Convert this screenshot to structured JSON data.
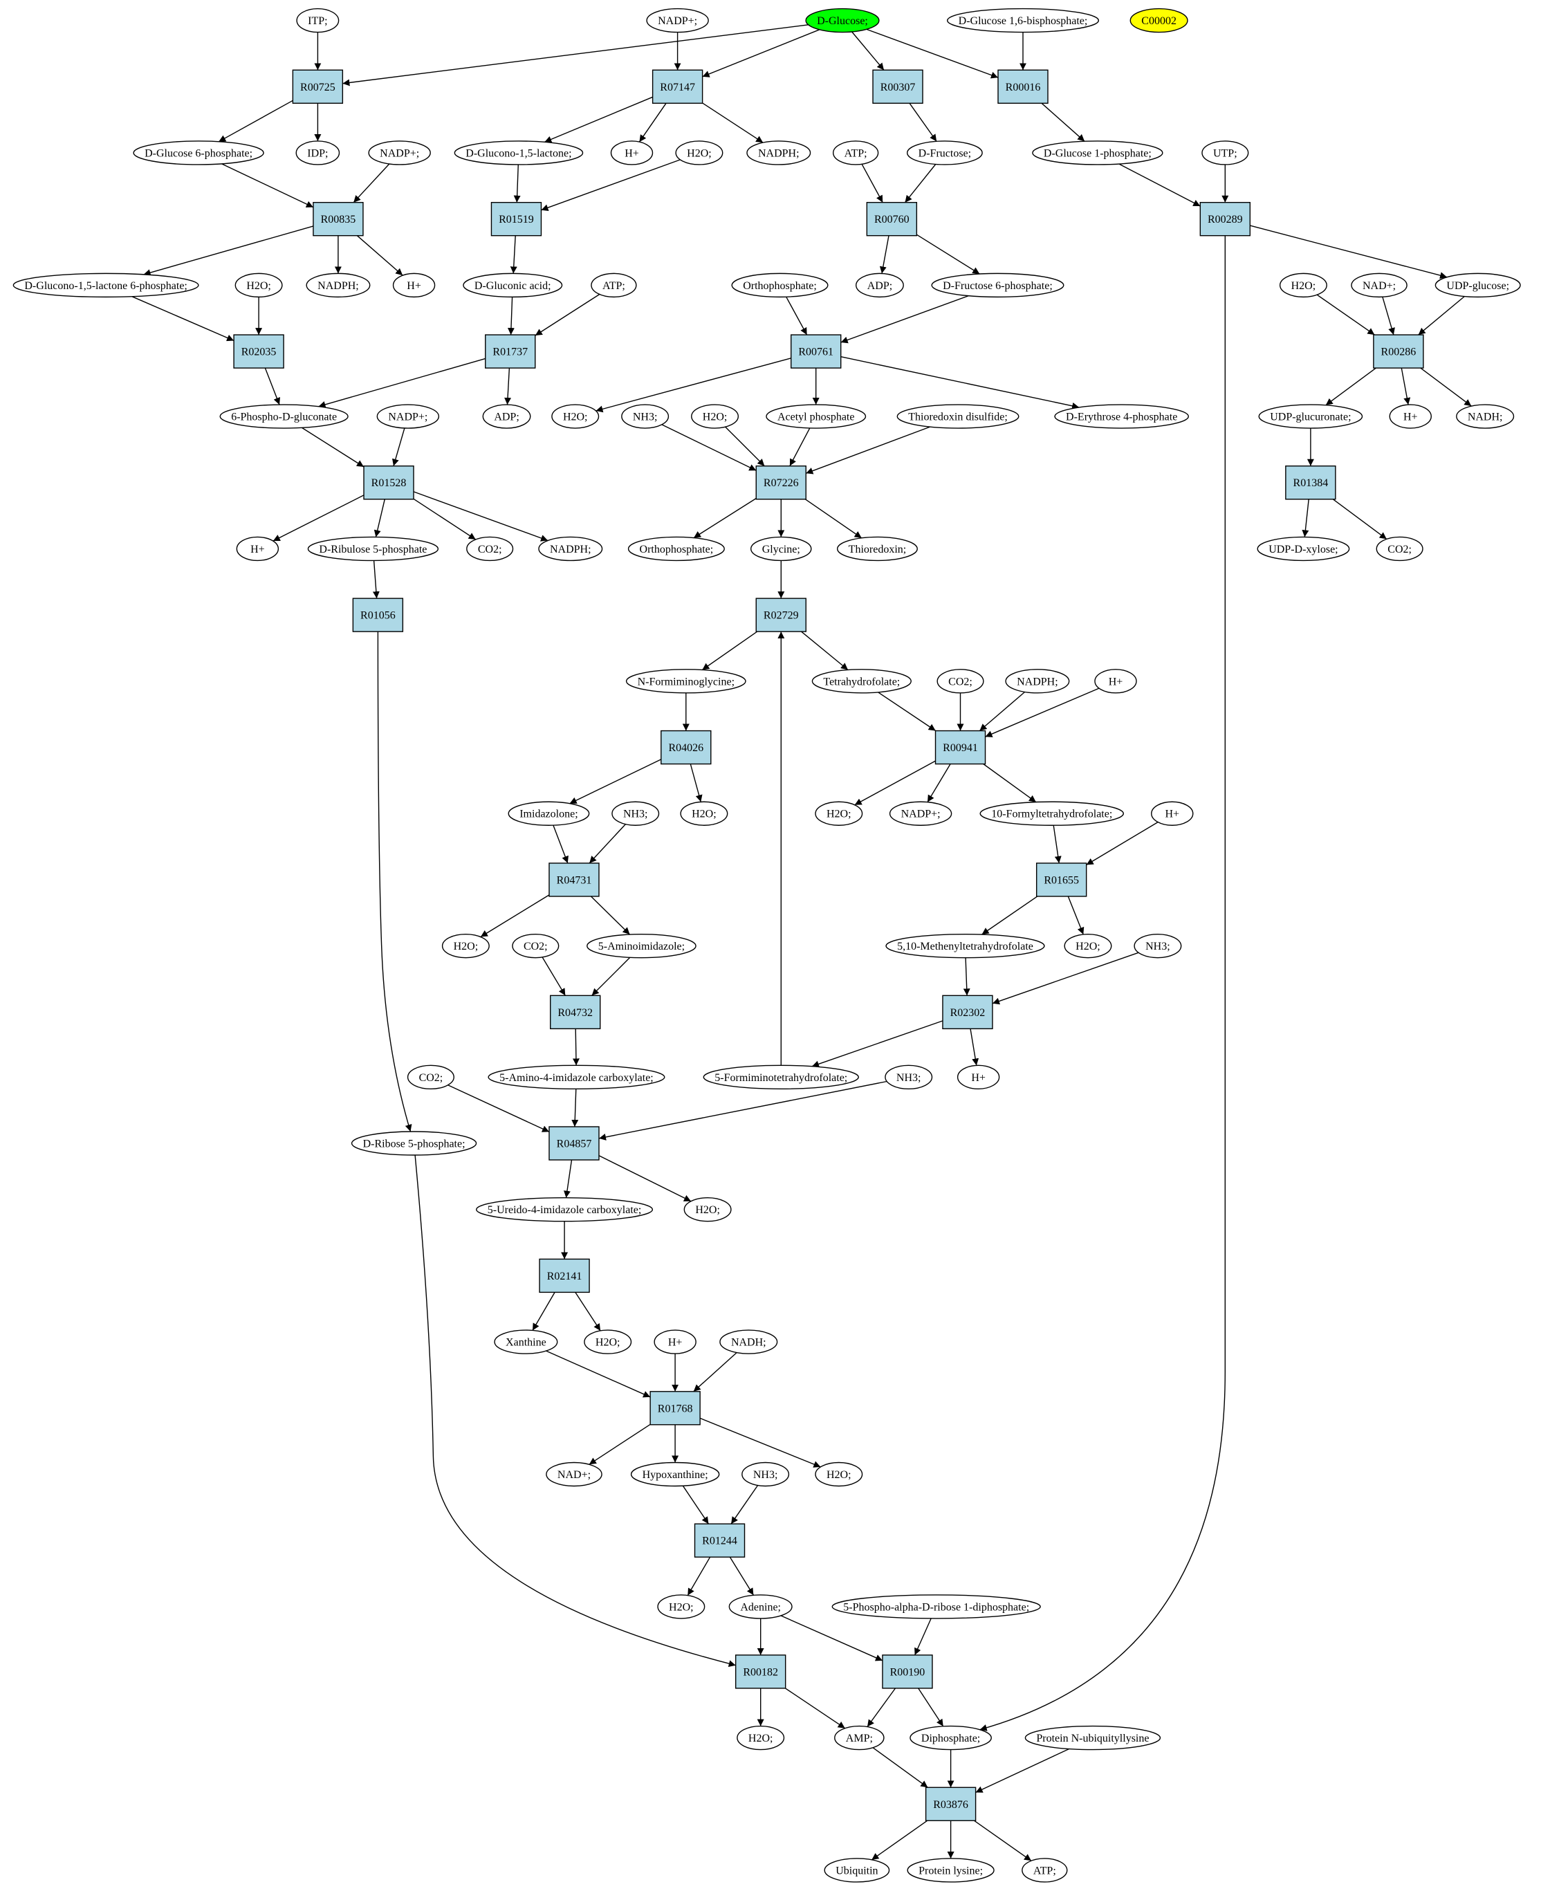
{
  "colors": {
    "reaction_fill": "#add8e6",
    "metabolite_fill": "#ffffff",
    "root_fill": "#00ff00",
    "query_fill": "#ffff00",
    "stroke": "#000000"
  },
  "nodes": {
    "ITP": "ITP;",
    "NADPp1": "NADP+;",
    "DGlucose": "D-Glucose;",
    "DG16BP": "D-Glucose 1,6-bisphosphate;",
    "C00002": "C00002",
    "R00725": "R00725",
    "R07147": "R07147",
    "R00307": "R00307",
    "R00016": "R00016",
    "DG6P": "D-Glucose 6-phosphate;",
    "IDP": "IDP;",
    "NADPp2": "NADP+;",
    "DGL15": "D-Glucono-1,5-lactone;",
    "Hp1": "H+",
    "H2O1": "H2O;",
    "NADPH1": "NADPH;",
    "ATP1": "ATP;",
    "DFru": "D-Fructose;",
    "DG1P": "D-Glucose 1-phosphate;",
    "UTP": "UTP;",
    "R00835": "R00835",
    "R01519": "R01519",
    "R00760": "R00760",
    "R00289": "R00289",
    "DGL156P": "D-Glucono-1,5-lactone 6-phosphate;",
    "H2O2": "H2O;",
    "NADPH2": "NADPH;",
    "Hp2": "H+",
    "DGA": "D-Gluconic acid;",
    "ATP2": "ATP;",
    "OrthoP1": "Orthophosphate;",
    "ADP1": "ADP;",
    "DF6P": "D-Fructose 6-phosphate;",
    "H2O3": "H2O;",
    "NADp1": "NAD+;",
    "UDPG": "UDP-glucose;",
    "R02035": "R02035",
    "R01737": "R01737",
    "R00761": "R00761",
    "R00286": "R00286",
    "PDG": "6-Phospho-D-gluconate",
    "NADPp3": "NADP+;",
    "ADP2": "ADP;",
    "H2O4": "H2O;",
    "NH3a": "NH3;",
    "H2O5": "H2O;",
    "AcP": "Acetyl phosphate",
    "ThioDS": "Thioredoxin disulfide;",
    "DE4P": "D-Erythrose 4-phosphate",
    "UDPGA": "UDP-glucuronate;",
    "Hp3": "H+",
    "NADH1": "NADH;",
    "R01528": "R01528",
    "R07226": "R07226",
    "R01384": "R01384",
    "Hp4": "H+",
    "DRu5P": "D-Ribulose 5-phosphate",
    "CO2a": "CO2;",
    "NADPH3": "NADPH;",
    "OrthoP2": "Orthophosphate;",
    "Gly": "Glycine;",
    "Thio": "Thioredoxin;",
    "UDPX": "UDP-D-xylose;",
    "CO2b": "CO2;",
    "R01056": "R01056",
    "R02729": "R02729",
    "NFG": "N-Formiminoglycine;",
    "THF": "Tetrahydrofolate;",
    "CO2c": "CO2;",
    "NADPH4": "NADPH;",
    "Hp5": "H+",
    "R04026": "R04026",
    "R00941": "R00941",
    "Imid": "Imidazolone;",
    "NH3b": "NH3;",
    "H2O6": "H2O;",
    "H2O7": "H2O;",
    "NADPp4": "NADP+;",
    "FTHF": "10-Formyltetrahydrofolate;",
    "Hp6": "H+",
    "R04731": "R04731",
    "R01655": "R01655",
    "H2O8": "H2O;",
    "CO2d": "CO2;",
    "AI": "5-Aminoimidazole;",
    "MTHF": "5,10-Methenyltetrahydrofolate",
    "H2O9": "H2O;",
    "NH3c": "NH3;",
    "R04732": "R04732",
    "R02302": "R02302",
    "CO2e": "CO2;",
    "AIC": "5-Amino-4-imidazole carboxylate;",
    "FITHF": "5-Formiminotetrahydrofolate;",
    "NH3d": "NH3;",
    "Hp7": "H+",
    "DR5P": "D-Ribose 5-phosphate;",
    "R04857": "R04857",
    "UIC": "5-Ureido-4-imidazole carboxylate;",
    "H2O10": "H2O;",
    "R02141": "R02141",
    "Xan": "Xanthine",
    "H2O11": "H2O;",
    "Hp8": "H+",
    "NADH2": "NADH;",
    "R01768": "R01768",
    "NADp2": "NAD+;",
    "Hyp": "Hypoxanthine;",
    "NH3e": "NH3;",
    "H2O12": "H2O;",
    "R01244": "R01244",
    "H2O13": "H2O;",
    "Ade": "Adenine;",
    "PRPP": "5-Phospho-alpha-D-ribose 1-diphosphate;",
    "R00182": "R00182",
    "R00190": "R00190",
    "H2O14": "H2O;",
    "AMP": "AMP;",
    "PPi": "Diphosphate;",
    "PNUL": "Protein N-ubiquityllysine",
    "R03876": "R03876",
    "Ubq": "Ubiquitin",
    "PLys": "Protein lysine;",
    "ATP3": "ATP;"
  }
}
